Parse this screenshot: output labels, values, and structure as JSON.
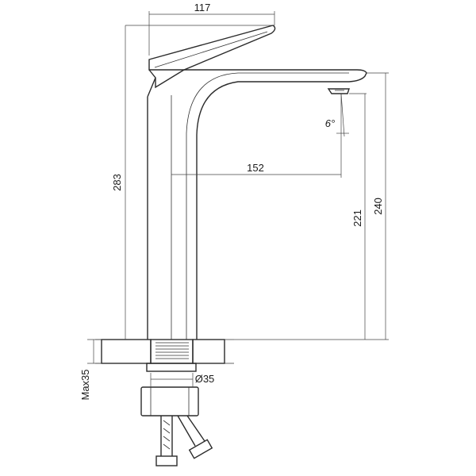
{
  "drawing": {
    "dimensions": {
      "handle_reach": "117",
      "total_height": "283",
      "spout_reach": "152",
      "outlet_height": "221",
      "spout_height": "240",
      "outlet_angle": "6°",
      "thread_diameter": "Ø35",
      "max_counter_thickness": "Max35"
    }
  }
}
